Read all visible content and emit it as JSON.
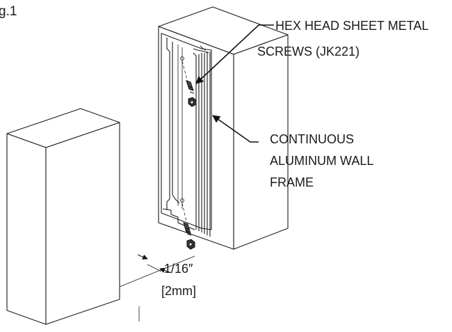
{
  "figure": {
    "label": "g.1"
  },
  "callouts": {
    "screws_line1": "HEX HEAD SHEET METAL",
    "screws_line2": "SCREWS (JK221)",
    "frame_line1": "CONTINUOUS",
    "frame_line2": "ALUMINUM WALL",
    "frame_line3": "FRAME",
    "gap_line1": "1/16″",
    "gap_line2": "[2mm]"
  }
}
